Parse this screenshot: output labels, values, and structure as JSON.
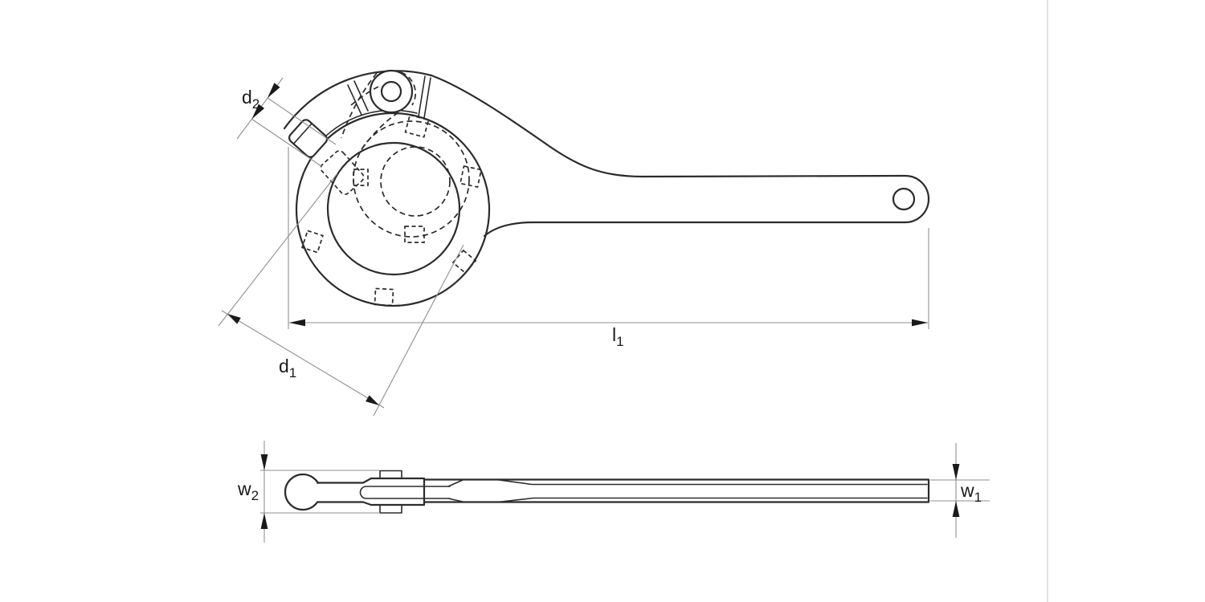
{
  "drawing": {
    "title": "adjustable hook wrench technical drawing",
    "views": [
      "top-view",
      "side-view"
    ]
  },
  "labels": {
    "d2": {
      "base": "d",
      "sub": "2"
    },
    "d1": {
      "base": "d",
      "sub": "1"
    },
    "l1": {
      "base": "l",
      "sub": "1"
    },
    "w2": {
      "base": "w",
      "sub": "2"
    },
    "w1": {
      "base": "w",
      "sub": "1"
    }
  },
  "colors": {
    "line": "#2b2b2b",
    "construction": "#8f8f8f",
    "arrow": "#1a1a1a",
    "divider": "#d9d9d9",
    "background": "#ffffff"
  }
}
